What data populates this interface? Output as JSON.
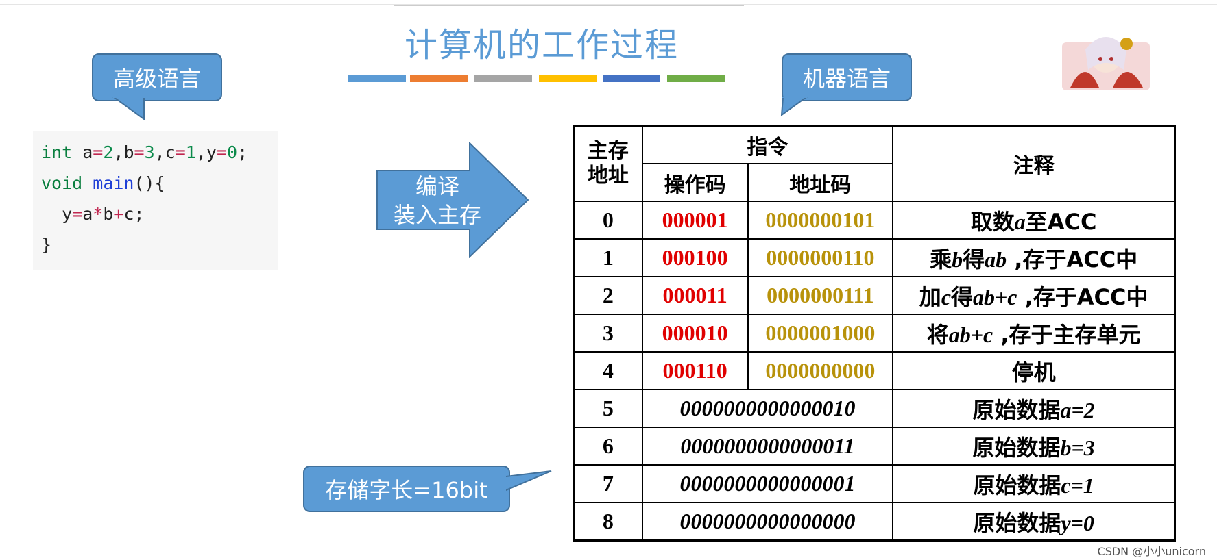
{
  "title": "计算机的工作过程",
  "colors": {
    "accent": "#5b9bd5",
    "opcode": "#e00000",
    "addrcode": "#b8920a",
    "bars": [
      "#5b9bd5",
      "#ed7d31",
      "#a5a5a5",
      "#ffc000",
      "#4472c4",
      "#70ad47"
    ]
  },
  "callouts": {
    "high_level": "高级语言",
    "machine": "机器语言",
    "word_length": "存储字长=16bit"
  },
  "code": {
    "line1": {
      "kw": "int",
      "a": " a",
      "eq1": "=",
      "n1": "2",
      "c1": ",b",
      "eq2": "=",
      "n2": "3",
      "c2": ",c",
      "eq3": "=",
      "n3": "1",
      "c3": ",y",
      "eq4": "=",
      "n4": "0",
      "end": ";"
    },
    "line2": {
      "kw": "void",
      "fn": "main",
      "rest": "(){"
    },
    "line3": {
      "y": "  y",
      "eq": "=",
      "a": "a",
      "mul": "*",
      "b": "b",
      "plus": "+",
      "c": "c;"
    },
    "line4": "}"
  },
  "arrow": {
    "line1": "编译",
    "line2": "装入主存"
  },
  "table": {
    "headers": {
      "address": "主存\n地址",
      "instruction": "指令",
      "opcode": "操作码",
      "addrcode": "地址码",
      "comment": "注释"
    },
    "rows": [
      {
        "addr": "0",
        "op": "000001",
        "ad": "0000000101",
        "note_pre": "取数",
        "note_var": "a",
        "note_post": "至ACC"
      },
      {
        "addr": "1",
        "op": "000100",
        "ad": "0000000110",
        "note_pre": "乘",
        "note_var": "b",
        "note_mid": "得",
        "note_var2": "ab",
        "note_post": " ,存于ACC中"
      },
      {
        "addr": "2",
        "op": "000011",
        "ad": "0000000111",
        "note_pre": "加",
        "note_var": "c",
        "note_mid": "得",
        "note_var2": "ab+c",
        "note_post": "  ,存于ACC中"
      },
      {
        "addr": "3",
        "op": "000010",
        "ad": "0000001000",
        "note_pre": "将",
        "note_var": "ab+c",
        "note_post": " ,存于主存单元"
      },
      {
        "addr": "4",
        "op": "000110",
        "ad": "0000000000",
        "note_pre": "停机"
      }
    ],
    "data_rows": [
      {
        "addr": "5",
        "word": "0000000000000010",
        "note_pre": "原始数据",
        "note_var": "a=2"
      },
      {
        "addr": "6",
        "word": "0000000000000011",
        "note_pre": "原始数据",
        "note_var": "b=3"
      },
      {
        "addr": "7",
        "word": "0000000000000001",
        "note_pre": "原始数据",
        "note_var": "c=1"
      },
      {
        "addr": "8",
        "word": "0000000000000000",
        "note_pre": "原始数据",
        "note_var": "y=0"
      }
    ]
  },
  "watermark": "CSDN @小小unicorn"
}
